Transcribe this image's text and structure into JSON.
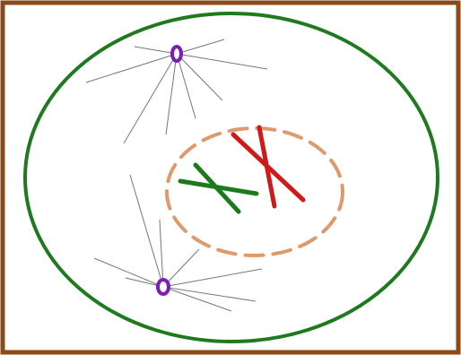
{
  "diagram": {
    "type": "cell-division-prophase",
    "colors": {
      "frame_border": "#8B4A1A",
      "cell_membrane": "#1F7A1F",
      "nuclear_envelope": "#E0996A",
      "centriole": "#7A1FB5",
      "spindle_fiber": "#777777",
      "chromosome_green": "#1C7A1C",
      "chromosome_red": "#D01A1A",
      "background": "#FFFFFF"
    },
    "components": {
      "cell_membrane": {
        "shape": "ellipse",
        "style": "solid"
      },
      "nuclear_envelope": {
        "shape": "ellipse",
        "style": "dashed"
      },
      "centrioles": [
        {
          "id": "centriole-top",
          "shape": "ring"
        },
        {
          "id": "centriole-bottom",
          "shape": "ring"
        }
      ],
      "chromosomes": [
        {
          "id": "chromosome-green",
          "shape": "X"
        },
        {
          "id": "chromosome-red",
          "shape": "X"
        }
      ]
    }
  }
}
